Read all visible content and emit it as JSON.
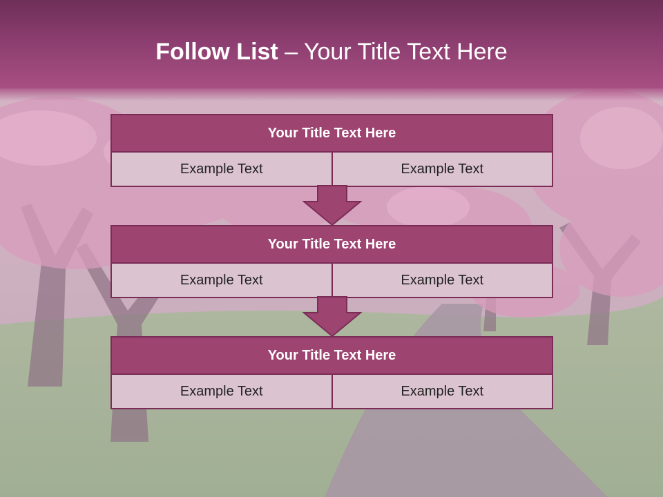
{
  "slide": {
    "title_bold": "Follow List",
    "title_rest": " – Your Title Text Here"
  },
  "blocks": [
    {
      "title": "Your Title Text Here",
      "left": "Example Text",
      "right": "Example Text"
    },
    {
      "title": "Your Title Text Here",
      "left": "Example Text",
      "right": "Example Text"
    },
    {
      "title": "Your Title Text Here",
      "left": "Example Text",
      "right": "Example Text"
    }
  ],
  "colors": {
    "header": "#8b3d6f",
    "block_title": "#9e4471",
    "block_border": "#7a2c57",
    "cell": "#dcc3d0",
    "arrow": "#9e4471"
  }
}
